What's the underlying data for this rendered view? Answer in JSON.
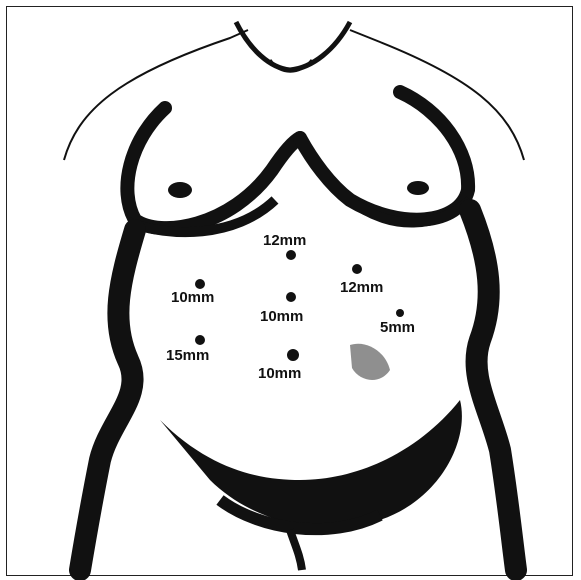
{
  "diagram": {
    "ports": [
      {
        "id": "port-12mm-upper",
        "label": "12mm"
      },
      {
        "id": "port-12mm-right",
        "label": "12mm"
      },
      {
        "id": "port-10mm-left",
        "label": "10mm"
      },
      {
        "id": "port-10mm-center",
        "label": "10mm"
      },
      {
        "id": "port-5mm-right",
        "label": "5mm"
      },
      {
        "id": "port-15mm-left",
        "label": "15mm"
      },
      {
        "id": "port-10mm-umbilical",
        "label": "10mm"
      }
    ],
    "colors": {
      "ink": "#111111",
      "paper": "#ffffff"
    }
  }
}
